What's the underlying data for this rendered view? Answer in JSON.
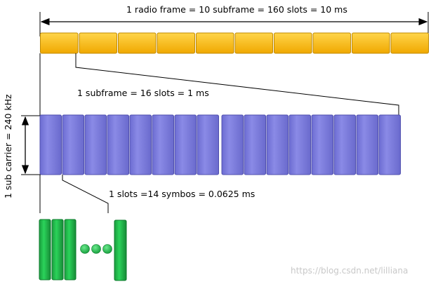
{
  "labels": {
    "radio_frame": "1 radio frame = 10 subframe = 160 slots = 10 ms",
    "subframe": "1 subframe = 16 slots = 1 ms",
    "sub_carrier": "1 sub carrier = 240 kHz",
    "slot": "1 slots =14 symbos = 0.0625 ms",
    "watermark": "https://blog.csdn.net/lilliana"
  },
  "structure": {
    "subframes_per_frame": 10,
    "slots_per_subframe": 16,
    "symbols_drawn_before_ellipsis": 3,
    "ellipsis_dots": 3,
    "symbols_drawn_after_ellipsis": 1
  },
  "colors": {
    "subframe_fill": "#ffc000",
    "subframe_edge": "#c08a00",
    "slot_fill": "#7b7bdb",
    "slot_edge": "#4f4fae",
    "symbol_fill": "#1fb84b",
    "symbol_edge": "#0d7a2c",
    "line": "#000000"
  }
}
